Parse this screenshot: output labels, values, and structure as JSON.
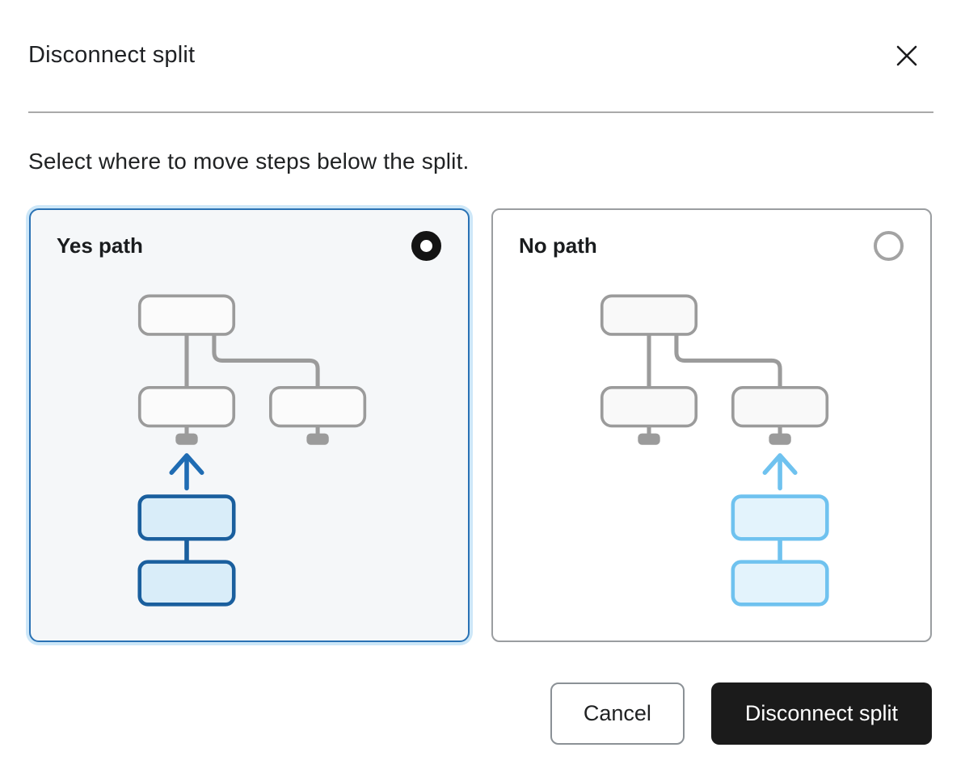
{
  "dialog": {
    "title": "Disconnect split",
    "subtitle": "Select where to move steps below the split."
  },
  "options": [
    {
      "id": "yes-path",
      "label": "Yes path",
      "selected": true
    },
    {
      "id": "no-path",
      "label": "No path",
      "selected": false
    }
  ],
  "footer": {
    "cancel_label": "Cancel",
    "confirm_label": "Disconnect split"
  },
  "icons": {
    "close": "x-icon",
    "yes_radio_state": "checked",
    "no_radio_state": "unchecked"
  },
  "colors": {
    "selected_card_border": "#2a72b4",
    "selected_card_glow": "#cde7f8",
    "selected_card_bg": "#f5f7f9",
    "unselected_card_border": "#9a9da0",
    "diagram_gray": "#9b9b9b",
    "diagram_gray_fill": "#fbfbfb",
    "dark_blue": "#1a5f9e",
    "dark_blue_arrow": "#1f6cb3",
    "dark_blue_fill": "#d9edf9",
    "light_blue": "#6fc2ef",
    "light_blue_fill": "#e3f3fc",
    "confirm_button_bg": "#1b1b1b",
    "radio_checked": "#141414"
  }
}
